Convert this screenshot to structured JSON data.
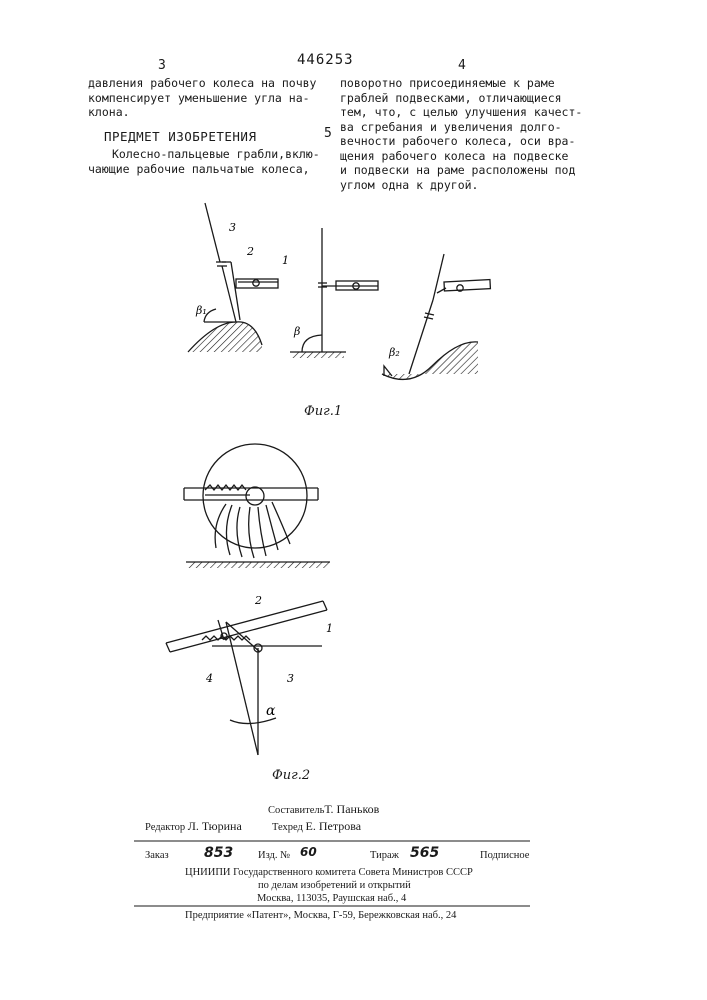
{
  "header": {
    "patent_number": "446253",
    "left_column_number": "3",
    "right_column_number": "4"
  },
  "left_column": {
    "lines_top": [
      "давления рабочего колеса на почву",
      "компенсирует уменьшение угла на-",
      "клона."
    ],
    "heading": "ПРЕДМЕТ ИЗОБРЕТЕНИЯ",
    "lines_bottom": [
      "Колесно-пальцевые грабли,вклю-",
      "чающие рабочие пальчатые колеса,"
    ]
  },
  "line_marker": "5",
  "right_column": {
    "lines": [
      "поворотно присоединяемые к раме",
      "граблей подвесками, отличающиеся",
      "тем, что, с целью улучшения качест-",
      "ва сгребания и увеличения долго-",
      "вечности рабочего колеса, оси вра-",
      "щения рабочего колеса на подвеске",
      "и подвески на раме расположены под",
      "углом одна к другой."
    ]
  },
  "figure1": {
    "caption": "Фиг.1",
    "labels": {
      "one": "1",
      "two": "2",
      "three": "3",
      "beta1": "β₁",
      "beta": "β",
      "beta2": "β₂"
    }
  },
  "figure2": {
    "caption": "Фиг.2",
    "labels": {
      "one": "1",
      "two": "2",
      "three": "3",
      "four": "4",
      "alpha": "α"
    }
  },
  "footer": {
    "composer_label": "Составитель",
    "composer_name": "Т. Паньков",
    "editor_label": "Редактор",
    "editor_name": "Л. Тюрина",
    "techred_label": "Техред",
    "techred_name": "Е. Петрова",
    "order_label": "Заказ",
    "order_value": "853",
    "issue_label": "Изд. №",
    "issue_value": "60",
    "circulation_label": "Тираж",
    "circulation_value": "565",
    "subscription": "Подписное",
    "org_line1": "ЦНИИПИ Государственного комитета Совета Министров СССР",
    "org_line2": "по делам изобретений и открытий",
    "org_line3": "Москва, 113035, Раушская наб., 4",
    "printer": "Предприятие «Патент», Москва, Г-59, Бережковская наб., 24"
  }
}
